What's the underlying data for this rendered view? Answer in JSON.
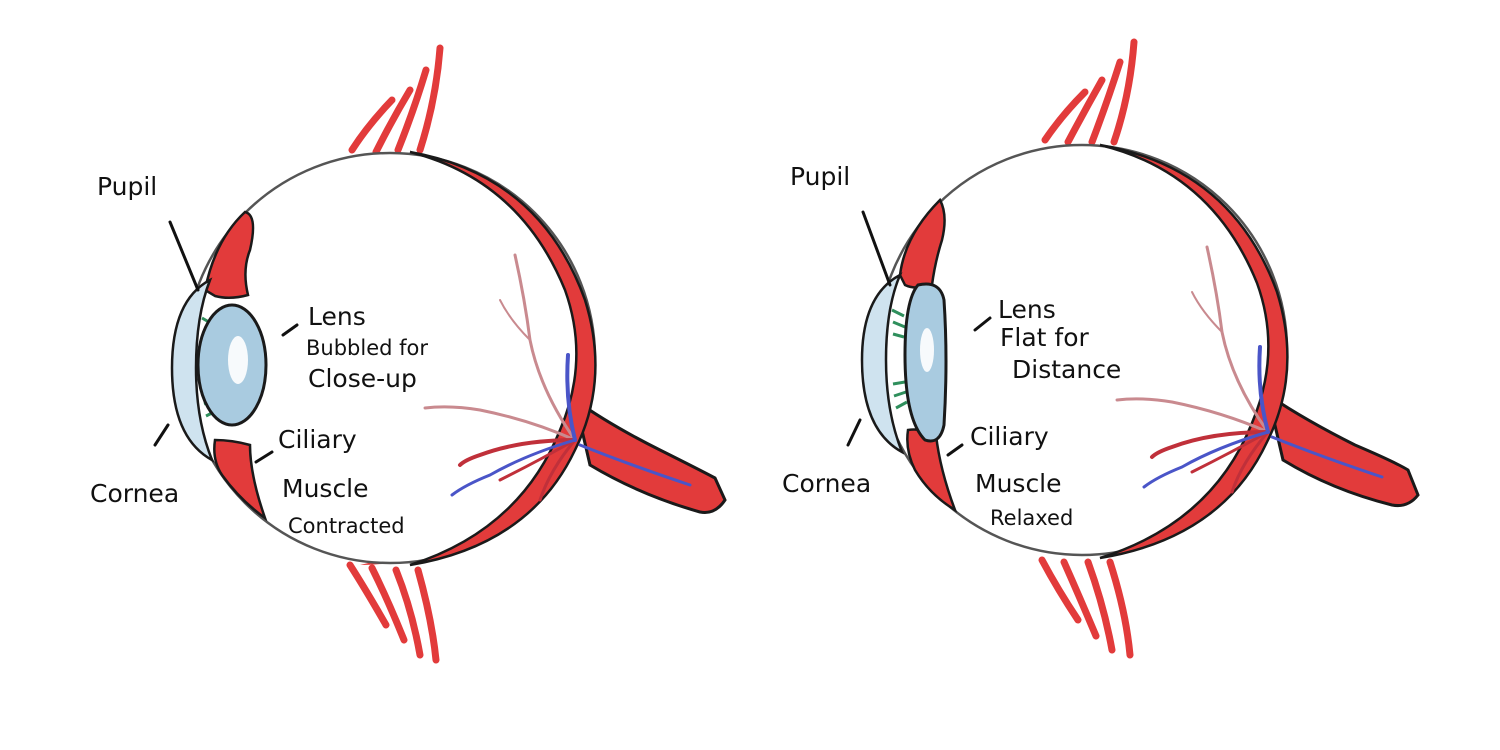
{
  "colors": {
    "tissue_red": "#e23b3b",
    "tissue_dark": "#b01e1e",
    "vessel_red": "#c0303a",
    "vessel_pink": "#c98a8f",
    "vein_blue": "#4a55c8",
    "lens_blue": "#a9cbe0",
    "cornea_blue": "#cfe3ef",
    "ciliary_green": "#2f8f5c",
    "outline": "#1a1a1a"
  },
  "diagrams": [
    {
      "pupil": "Pupil",
      "lens": "Lens",
      "lens_desc1": "Bubbled for",
      "lens_desc2": "Close-up",
      "ciliary1": "Ciliary",
      "ciliary2": "Muscle",
      "ciliary_state": "Contracted",
      "cornea": "Cornea"
    },
    {
      "pupil": "Pupil",
      "lens": "Lens",
      "lens_desc1": "Flat for",
      "lens_desc2": "Distance",
      "ciliary1": "Ciliary",
      "ciliary2": "Muscle",
      "ciliary_state": "Relaxed",
      "cornea": "Cornea"
    }
  ]
}
